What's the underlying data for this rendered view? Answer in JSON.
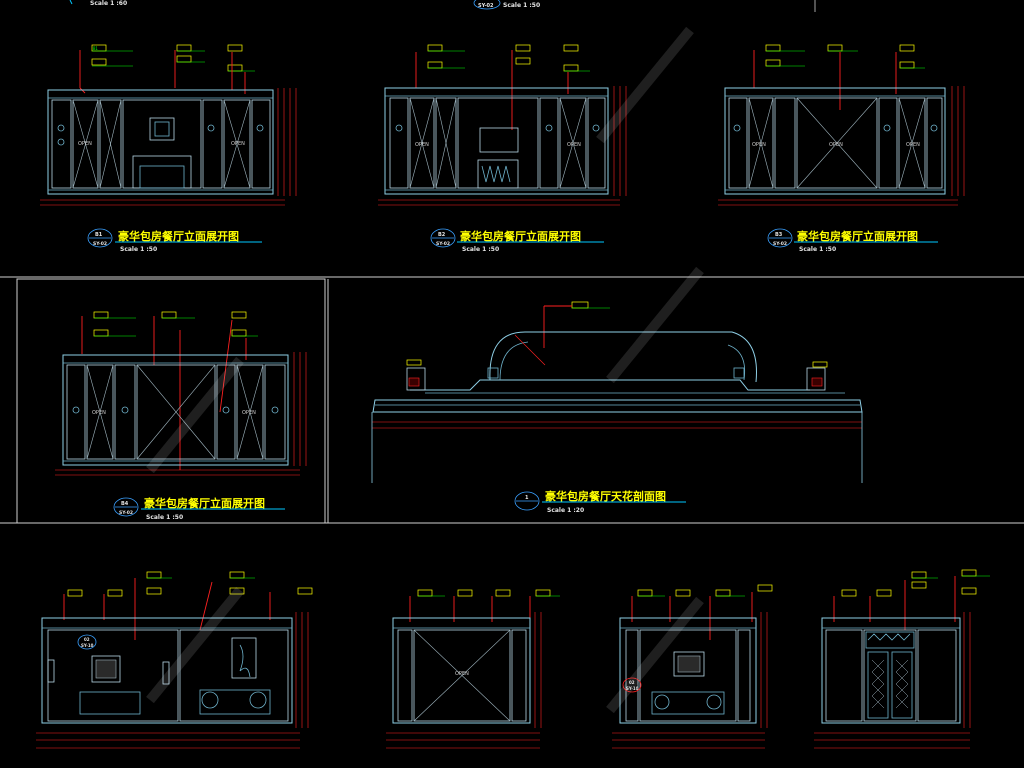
{
  "top_partial": {
    "left_scale": "Scale 1 :60",
    "mid_tag": "SY-02",
    "mid_scale": "Scale 1 :50"
  },
  "elevations": [
    {
      "no": "B1",
      "sheet": "SY-02",
      "title": "豪华包房餐厅立面展开图",
      "scale": "Scale 1 :50"
    },
    {
      "no": "B2",
      "sheet": "SY-02",
      "title": "豪华包房餐厅立面展开图",
      "scale": "Scale 1 :50"
    },
    {
      "no": "B3",
      "sheet": "SY-02",
      "title": "豪华包房餐厅立面展开图",
      "scale": "Scale 1 :50"
    },
    {
      "no": "B4",
      "sheet": "SY-02",
      "title": "豪华包房餐厅立面展开图",
      "scale": "Scale 1 :50"
    }
  ],
  "ceiling_section": {
    "no": "1",
    "sheet": "",
    "title": "豪华包房餐厅天花剖面图",
    "scale": "Scale 1 :20"
  },
  "door_label": "OPEN",
  "section_markers": [
    {
      "top": "02",
      "bottom": "SY-10"
    },
    {
      "top": "02",
      "bottom": "SY-10"
    }
  ],
  "colors": {
    "background": "#000000",
    "outline": "#8ecfe6",
    "dimension": "#ff2020",
    "tag_text": "#00ff00",
    "title": "#ffff00",
    "underline": "#00c8ff"
  }
}
